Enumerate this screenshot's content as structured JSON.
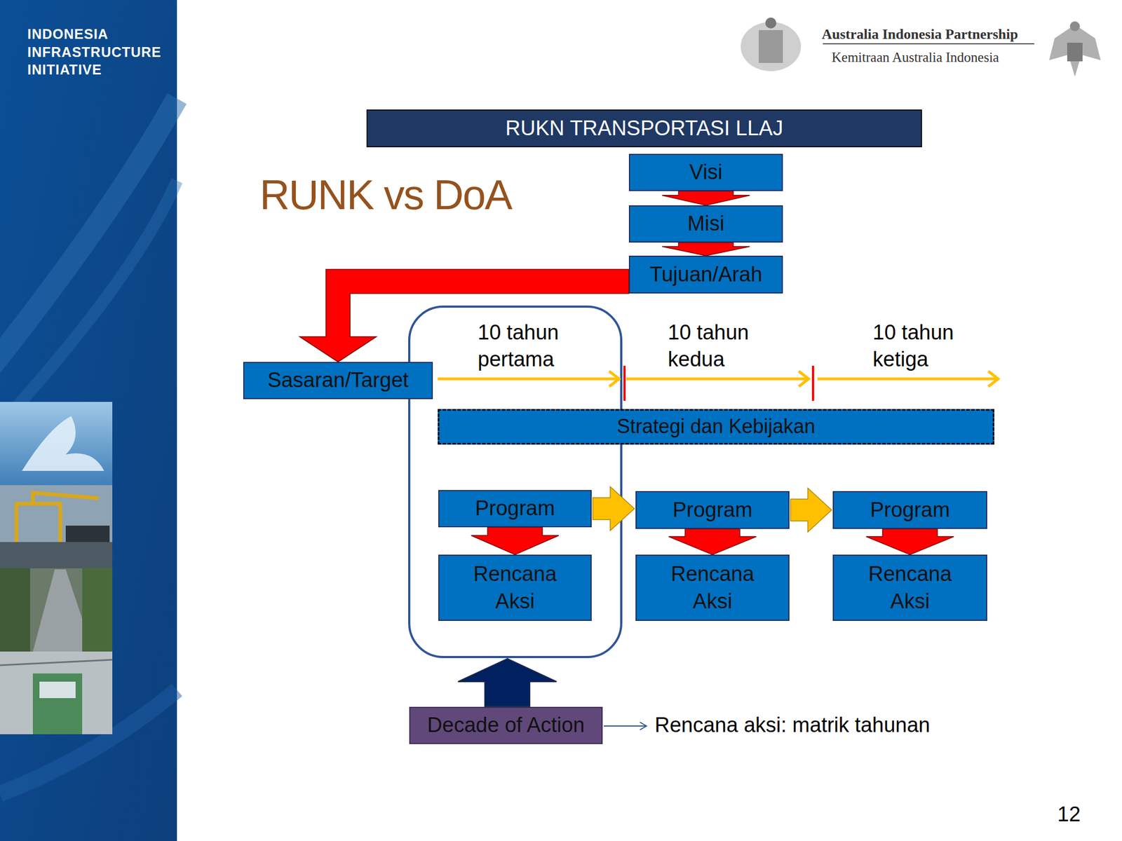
{
  "diagram": {
    "title": "RUNK vs DoA",
    "nodes": [
      {
        "text": [
          "RUKN TRANSPORTASI LLAJ"
        ]
      },
      {
        "text": [
          "Visi"
        ]
      },
      {
        "text": [
          "Misi"
        ]
      },
      {
        "text": [
          "Tujuan/Arah"
        ]
      },
      {
        "text": [
          "Sasaran/Target"
        ]
      },
      {
        "text": [
          "Strategi dan Kebijakan"
        ]
      },
      {
        "text": [
          "Program"
        ]
      },
      {
        "text": [
          "Rencana Aksi"
        ]
      },
      {
        "text": [
          "Program"
        ]
      },
      {
        "text": [
          "Rencana Aksi"
        ]
      },
      {
        "text": [
          "Program"
        ]
      },
      {
        "text": [
          "Rencana Aksi"
        ]
      },
      {
        "text": [
          "Decade of Action"
        ]
      }
    ],
    "edges": [
      {
        "from": 1,
        "to": 2,
        "arrow": "to"
      },
      {
        "from": 2,
        "to": 3,
        "arrow": "to"
      },
      {
        "from": 3,
        "to": 4,
        "arrow": "to"
      },
      {
        "from": 6,
        "to": 7,
        "arrow": "to"
      },
      {
        "from": 8,
        "to": 9,
        "arrow": "to"
      },
      {
        "from": 10,
        "to": 11,
        "arrow": "to"
      },
      {
        "from": 6,
        "to": 8,
        "arrow": "to"
      },
      {
        "from": 8,
        "to": 10,
        "arrow": "to"
      }
    ],
    "labels": [
      "INDONESIA INFRASTRUCTURE INITIATIVE",
      "Australia Indonesia Partnership",
      "Kemitraan Australia Indonesia",
      "10 tahun pertama",
      "10 tahun kedua",
      "10 tahun ketiga",
      "Rencana aksi: matrik tahunan",
      "12"
    ]
  }
}
